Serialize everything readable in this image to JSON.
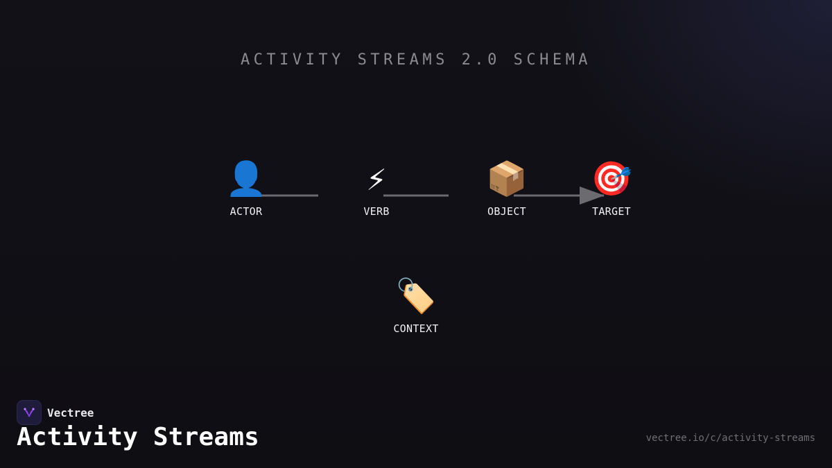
{
  "header": {
    "title": "ACTIVITY STREAMS 2.0 SCHEMA"
  },
  "diagram": {
    "nodes": [
      {
        "id": "actor",
        "icon": "👤",
        "icon_name": "person-icon",
        "label": "ACTOR"
      },
      {
        "id": "verb",
        "icon": "⚡",
        "icon_name": "lightning-icon",
        "label": "VERB"
      },
      {
        "id": "object",
        "icon": "📦",
        "icon_name": "package-icon",
        "label": "OBJECT"
      },
      {
        "id": "target",
        "icon": "🎯",
        "icon_name": "target-icon",
        "label": "TARGET"
      },
      {
        "id": "context",
        "icon": "🏷️",
        "icon_name": "tag-icon",
        "label": "CONTEXT"
      }
    ],
    "edges": [
      {
        "from": "actor",
        "to": "verb",
        "arrow": false
      },
      {
        "from": "verb",
        "to": "object",
        "arrow": false
      },
      {
        "from": "object",
        "to": "target",
        "arrow": true
      }
    ],
    "connector_color": "#6b6b70"
  },
  "footer": {
    "brand_name": "Vectree",
    "brand_icon": "vectree-logo-icon",
    "brand_color": "#a04cff",
    "title": "Activity Streams",
    "url": "vectree.io/c/activity-streams"
  }
}
